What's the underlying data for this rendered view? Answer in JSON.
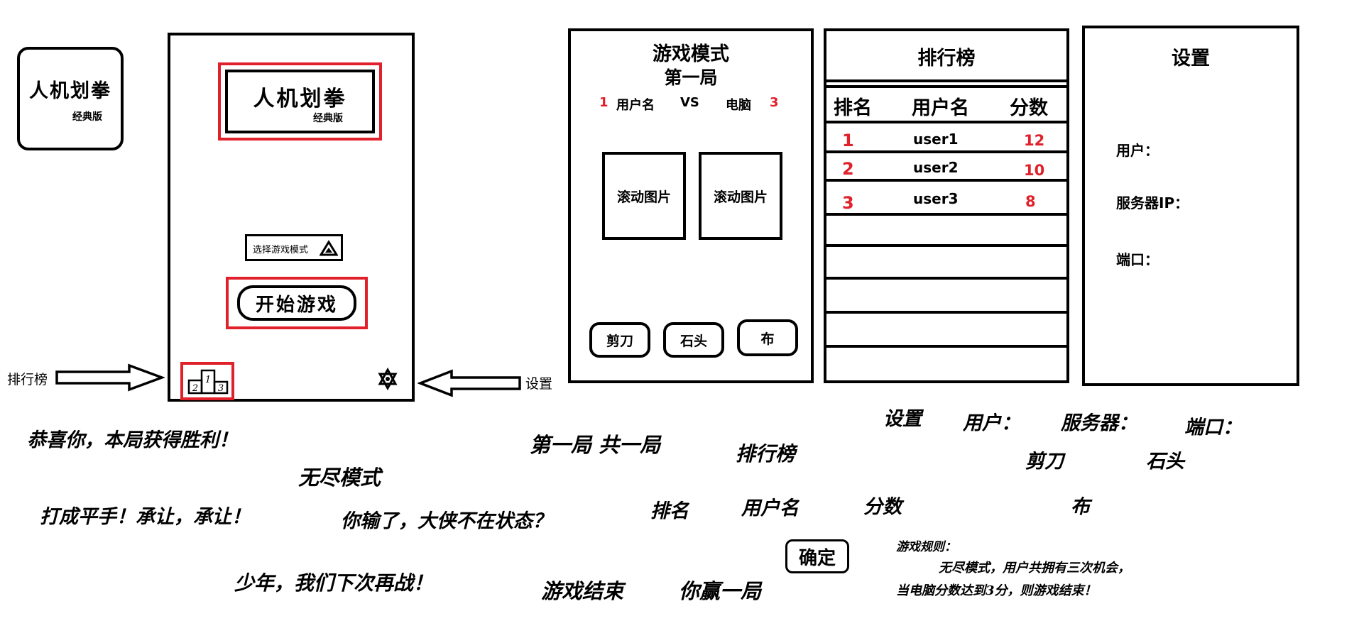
{
  "app_icon": {
    "title": "人机划拳",
    "subtitle": "经典版"
  },
  "home": {
    "title": "人机划拳",
    "subtitle": "经典版",
    "mode_select_label": "选择游戏模式",
    "start_button": "开始游戏",
    "podium_labels": [
      "1",
      "2",
      "3"
    ]
  },
  "annotations": {
    "leaderboard": "排行榜",
    "settings": "设置"
  },
  "game": {
    "title": "游戏模式",
    "round": "第一局",
    "user_score": "1",
    "user_label": "用户名",
    "vs": "VS",
    "cpu_label": "电脑",
    "cpu_score": "3",
    "image_left": "滚动图片",
    "image_right": "滚动图片",
    "buttons": [
      "剪刀",
      "石头",
      "布"
    ]
  },
  "leaderboard": {
    "title": "排行榜",
    "headers": [
      "排名",
      "用户名",
      "分数"
    ],
    "rows": [
      {
        "rank": "1",
        "user": "user1",
        "score": "12"
      },
      {
        "rank": "2",
        "user": "user2",
        "score": "10"
      },
      {
        "rank": "3",
        "user": "user3",
        "score": "8"
      }
    ]
  },
  "settings": {
    "title": "设置",
    "user_label": "用户：",
    "server_label": "服务器IP：",
    "port_label": "端口："
  },
  "assets": {
    "win": "恭喜你，本局获得胜利！",
    "endless": "无尽模式",
    "draw": "打成平手！承让，承让！",
    "lose": "你输了，大侠不在状态？",
    "next": "少年，我们下次再战！",
    "round_total": "第一局 共一局",
    "leaderboard": "排行榜",
    "rank": "排名",
    "username": "用户名",
    "score": "分数",
    "confirm": "确定",
    "game_over": "游戏结束",
    "you_win_round": "你赢一局",
    "settings": "设置",
    "user": "用户：",
    "server": "服务器：",
    "port": "端口：",
    "scissors": "剪刀",
    "rock": "石头",
    "cloth": "布",
    "rules_title": "游戏规则：",
    "rules_line1": "无尽模式，用户共拥有三次机会，",
    "rules_line2": "当电脑分数达到3分，则游戏结束！"
  }
}
